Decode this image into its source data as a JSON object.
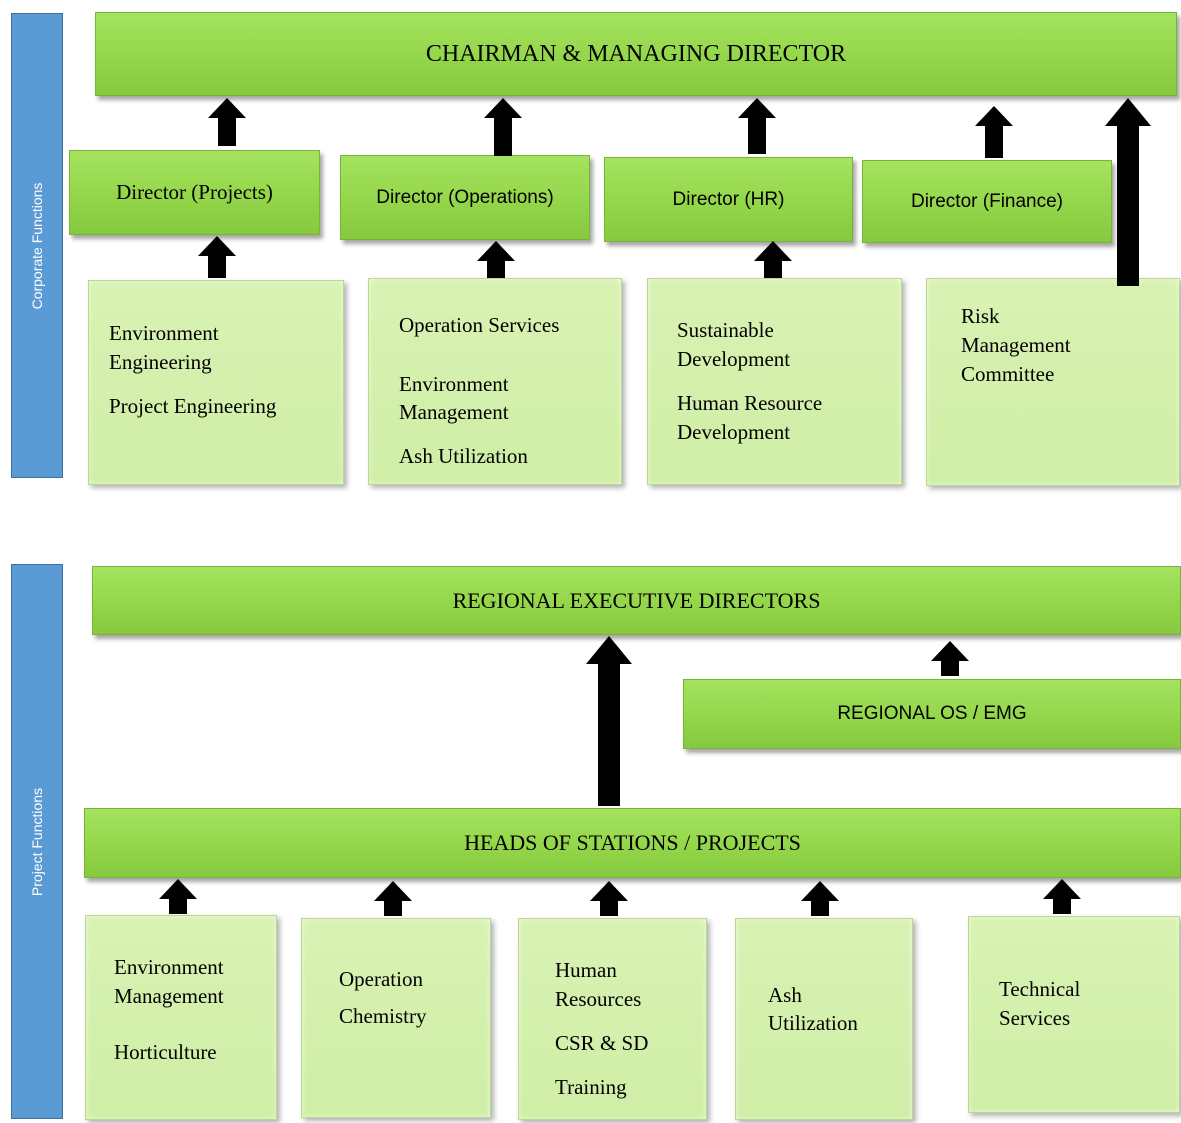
{
  "sections": {
    "corporate": "Corporate Functions",
    "project": "Project Functions"
  },
  "top": {
    "cmd": "CHAIRMAN & MANAGING DIRECTOR",
    "directors": [
      "Director (Projects)",
      "Director (Operations)",
      "Director (HR)",
      "Director (Finance)"
    ],
    "units": [
      {
        "lines": [
          "Environment",
          "Engineering",
          "Project Engineering"
        ]
      },
      {
        "lines": [
          "Operation Services",
          "Environment",
          "Management",
          "Ash Utilization"
        ]
      },
      {
        "lines": [
          "Sustainable",
          "Development",
          "Human Resource",
          "Development"
        ]
      },
      {
        "lines": [
          "Risk",
          "Management",
          "Committee"
        ]
      }
    ]
  },
  "bottom": {
    "red": "REGIONAL EXECUTIVE DIRECTORS",
    "regional_os": "REGIONAL OS / EMG",
    "heads": "HEADS OF STATIONS / PROJECTS",
    "units": [
      {
        "lines": [
          "Environment",
          "Management",
          "Horticulture"
        ]
      },
      {
        "lines": [
          "Operation",
          "Chemistry"
        ]
      },
      {
        "lines": [
          "Human",
          "Resources",
          "CSR & SD",
          "Training"
        ]
      },
      {
        "lines": [
          "Ash",
          "Utilization"
        ]
      },
      {
        "lines": [
          "Technical",
          "Services"
        ]
      }
    ]
  },
  "colors": {
    "sidebar": "#5b9bd5",
    "bar_green": "#94d64a",
    "box_green": "#d3f0ab",
    "arrow": "#000000"
  }
}
